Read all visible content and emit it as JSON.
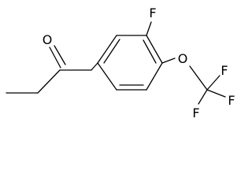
{
  "atoms": {
    "carbonyl_oxygen": "O",
    "ring_fluorine": "F",
    "ether_oxygen": "O",
    "cf3_fluorine_top": "F",
    "cf3_fluorine_right": "F",
    "cf3_fluorine_bottom": "F"
  },
  "colors": {
    "bond": "#000000",
    "label": "#000000",
    "background": "#ffffff"
  }
}
